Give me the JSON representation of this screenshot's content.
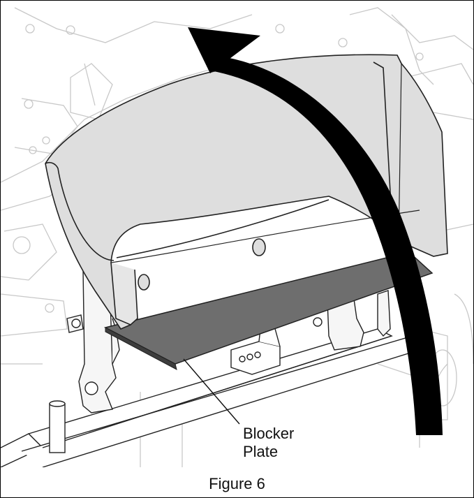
{
  "callout": {
    "line1": "Blocker",
    "line2": "Plate"
  },
  "caption": "Figure 6",
  "colors": {
    "background": "#ffffff",
    "ghost_line": "#c8c8c8",
    "shield_fill": "#dedede",
    "plate_fill": "#6e6e6e",
    "arrow": "#000000"
  },
  "icons": [
    "rotation-arrow-icon"
  ]
}
